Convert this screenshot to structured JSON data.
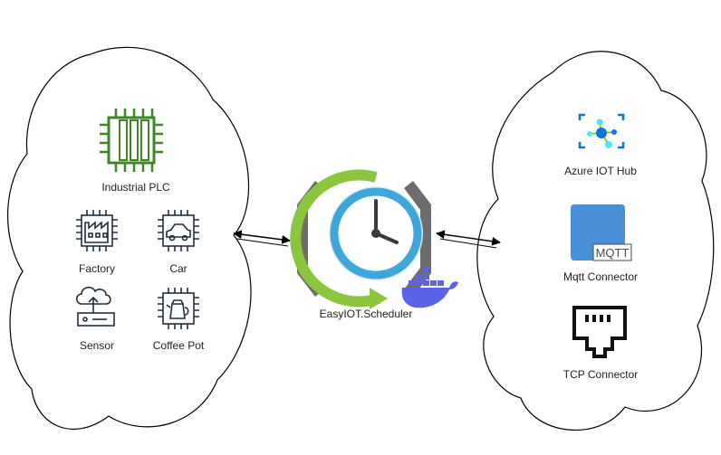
{
  "devices": {
    "plc_label": "Industrial PLC",
    "factory_label": "Factory",
    "car_label": "Car",
    "sensor_label": "Sensor",
    "coffee_label": "Coffee Pot"
  },
  "scheduler": {
    "label": "EasyIOT.Scheduler"
  },
  "connectors": {
    "azure_label": "Azure IOT Hub",
    "mqtt_label": "Mqtt Connector",
    "mqtt_badge": "MQTT",
    "tcp_label": "TCP Connector"
  },
  "colors": {
    "plc_green": "#3f8624",
    "dark_icon": "#232f3e",
    "docker_purple": "#5b63e6",
    "azure_blue": "#0078d4",
    "mqtt_blue": "#4a90d9",
    "clock_blue": "#3ea6d8",
    "clock_green": "#8cc63f",
    "bracket_gray": "#6d6d6d"
  },
  "icons": {
    "plc": "plc-chip-icon",
    "factory": "factory-chip-icon",
    "car": "car-chip-icon",
    "sensor": "sensor-icon",
    "coffee": "coffee-pot-chip-icon",
    "scheduler": "scheduler-clock-icon",
    "docker": "docker-whale-icon",
    "azure": "azure-iot-hub-icon",
    "mqtt": "mqtt-icon",
    "tcp": "ethernet-port-icon"
  }
}
